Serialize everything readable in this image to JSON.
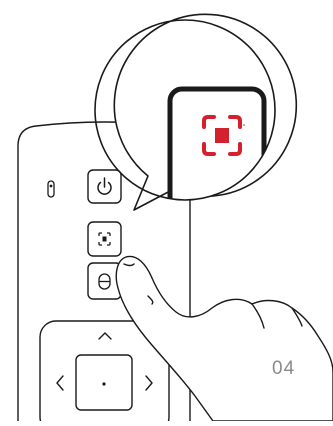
{
  "page": {
    "number": "04"
  },
  "remote": {
    "buttons": [
      {
        "name": "led-indicator",
        "icon": "led-indicator-icon"
      },
      {
        "name": "power-button",
        "icon": "power-icon"
      },
      {
        "name": "screenshot-button",
        "icon": "screenshot-icon"
      },
      {
        "name": "mouse-button",
        "icon": "mouse-icon"
      },
      {
        "name": "dpad-up",
        "icon": "chevron-up-icon"
      },
      {
        "name": "dpad-left",
        "icon": "chevron-left-icon"
      },
      {
        "name": "dpad-right",
        "icon": "chevron-right-icon"
      },
      {
        "name": "dpad-ok",
        "icon": "dot-icon"
      }
    ]
  },
  "callout": {
    "highlighted_button": "screenshot-button",
    "highlight_color": "#d5202e"
  },
  "colors": {
    "line": "#1a1a1a",
    "accent": "#d5202e",
    "page_number": "#8a8a8a"
  }
}
